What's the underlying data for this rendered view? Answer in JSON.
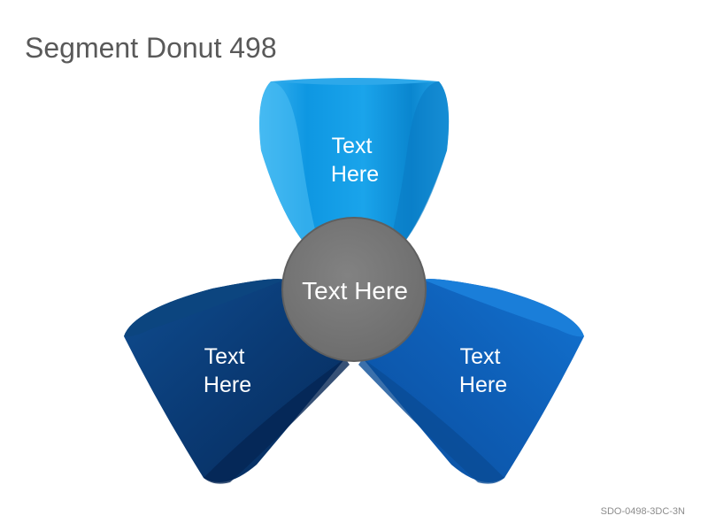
{
  "title": "Segment Donut 498",
  "code": "SDO-0498-3DC-3N",
  "center": {
    "label": "Text Here",
    "color": "#767676"
  },
  "segments": [
    {
      "position": "top",
      "line1": "Text",
      "line2": "Here",
      "color": "#1BA0E8"
    },
    {
      "position": "bottom-left",
      "line1": "Text",
      "line2": "Here",
      "color": "#0A3D7A"
    },
    {
      "position": "bottom-right",
      "line1": "Text",
      "line2": "Here",
      "color": "#0F62BC"
    }
  ]
}
